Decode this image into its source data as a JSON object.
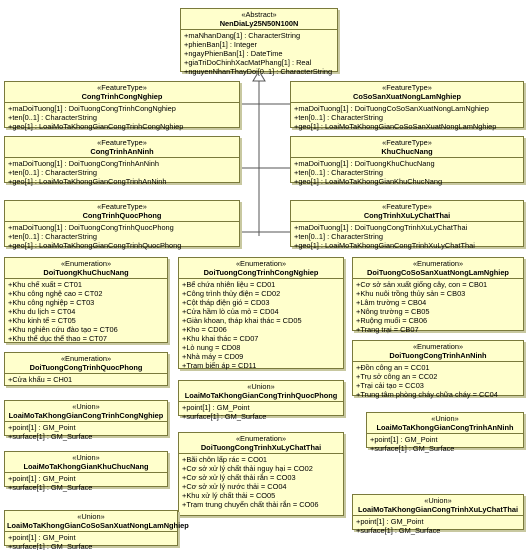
{
  "classes": {
    "base": {
      "stereotype": "«Abstract»",
      "name": "NenDiaLy25N50N100N",
      "attributes": [
        "+maNhanDang[1] : CharacterString",
        "+phienBan[1] : Integer",
        "+ngayPhienBan[1] : DateTime",
        "+giaTriDoChinhXacMatPhang[1] : Real",
        "+nguyenNhanThayDoi[0..1] : CharacterString"
      ]
    },
    "ct_cong_nghiep": {
      "stereotype": "«FeatureType»",
      "name": "CongTrinhCongNghiep",
      "attributes": [
        "+maDoiTuong[1] : DoiTuongCongTrinhCongNghiep",
        "+ten[0..1] : CharacterString",
        "+geo[1] : LoaiMoTaKhongGianCongTrinhCongNghiep"
      ]
    },
    "co_so_sx_nln": {
      "stereotype": "«FeatureType»",
      "name": "CoSoSanXuatNongLamNghiep",
      "attributes": [
        "+maDoiTuong[1] : DoiTuongCoSoSanXuatNongLamNghiep",
        "+ten[0..1] : CharacterString",
        "+geo[1] : LoaiMoTaKhongGianCoSoSanXuatNongLamNghiep"
      ]
    },
    "ct_an_ninh": {
      "stereotype": "«FeatureType»",
      "name": "CongTrinhAnNinh",
      "attributes": [
        "+maDoiTuong[1] : DoiTuongCongTrinhAnNinh",
        "+ten[0..1] : CharacterString",
        "+geo[1] : LoaiMoTaKhongGianCongTrinhAnNinh"
      ]
    },
    "khu_chuc_nang": {
      "stereotype": "«FeatureType»",
      "name": "KhuChucNang",
      "attributes": [
        "+maDoiTuong[1] : DoiTuongKhuChucNang",
        "+ten[0..1] : CharacterString",
        "+geo[1] : LoaiMoTaKhongGianKhuChucNang"
      ]
    },
    "ct_quoc_phong": {
      "stereotype": "«FeatureType»",
      "name": "CongTrinhQuocPhong",
      "attributes": [
        "+maDoiTuong[1] : DoiTuongCongTrinhQuocPhong",
        "+ten[0..1] : CharacterString",
        "+geo[1] : LoaiMoTaKhongGianCongTrinhQuocPhong"
      ]
    },
    "ct_xu_ly_chat_thai": {
      "stereotype": "«FeatureType»",
      "name": "CongTrinhXuLyChatThai",
      "attributes": [
        "+maDoiTuong[1] : DoiTuongCongTrinhXuLyChatThai",
        "+ten[0..1] : CharacterString",
        "+geo[1] : LoaiMoTaKhongGianCongTrinhXuLyChatThai"
      ]
    },
    "enum_khu_chuc_nang": {
      "stereotype": "«Enumeration»",
      "name": "DoiTuongKhuChucNang",
      "attributes": [
        "+Khu chế xuất = CT01",
        "+Khu công nghệ cao = CT02",
        "+Khu công nghiệp = CT03",
        "+Khu du lịch = CT04",
        "+Khu kinh tế = CT05",
        "+Khu nghiên cứu đào tạo = CT06",
        "+Khu thể dục thể thao = CT07"
      ]
    },
    "enum_ct_cong_nghiep": {
      "stereotype": "«Enumeration»",
      "name": "DoiTuongCongTrinhCongNghiep",
      "attributes": [
        "+Bể chứa nhiên liệu = CD01",
        "+Công trình thủy điện = CD02",
        "+Cột tháp điện gió = CD03",
        "+Cửa hầm lò của mỏ = CD04",
        "+Giàn khoan, tháp khai thác = CD05",
        "+Kho = CD06",
        "+Khu khai thác = CD07",
        "+Lò nung = CD08",
        "+Nhà máy = CD09",
        "+Trạm biến áp = CD11"
      ]
    },
    "enum_co_so_sx_nln": {
      "stereotype": "«Enumeration»",
      "name": "DoiTuongCoSoSanXuatNongLamNghiep",
      "attributes": [
        "+Cơ sở sản xuất giống cây, con = CB01",
        "+Khu nuôi trồng thủy sản = CB03",
        "+Lâm trường = CB04",
        "+Nông trường = CB05",
        "+Ruộng muối = CB06",
        "+Trang trại = CB07"
      ]
    },
    "enum_ct_quoc_phong": {
      "stereotype": "«Enumeration»",
      "name": "DoiTuongCongTrinhQuocPhong",
      "attributes": [
        "+Cửa khẩu = CH01"
      ]
    },
    "enum_ct_an_ninh": {
      "stereotype": "«Enumeration»",
      "name": "DoiTuongCongTrinhAnNinh",
      "attributes": [
        "+Đồn công an = CC01",
        "+Trụ sở công an = CC02",
        "+Trại cải tạo = CC03",
        "+Trung tâm phòng cháy chữa cháy = CC04"
      ]
    },
    "union_ct_cong_nghiep": {
      "stereotype": "«Union»",
      "name": "LoaiMoTaKhongGianCongTrinhCongNghiep",
      "attributes": [
        "+point[1] : GM_Point",
        "+surface[1] : GM_Surface"
      ]
    },
    "union_ct_quoc_phong": {
      "stereotype": "«Union»",
      "name": "LoaiMoTaKhongGianCongTrinhQuocPhong",
      "attributes": [
        "+point[1] : GM_Point",
        "+surface[1] : GM_Surface"
      ]
    },
    "union_ct_an_ninh": {
      "stereotype": "«Union»",
      "name": "LoaiMoTaKhongGianCongTrinhAnNinh",
      "attributes": [
        "+point[1] : GM_Point",
        "+surface[1] : GM_Surface"
      ]
    },
    "union_khu_chuc_nang": {
      "stereotype": "«Union»",
      "name": "LoaiMoTaKhongGianKhuChucNang",
      "attributes": [
        "+point[1] : GM_Point",
        "+surface[1] : GM_Surface"
      ]
    },
    "enum_ct_xu_ly_chat_thai": {
      "stereotype": "«Enumeration»",
      "name": "DoiTuongCongTrinhXuLyChatThai",
      "attributes": [
        "+Bãi chôn lấp rác = CO01",
        "+Cơ sở xử lý chất thải nguy hại = CO02",
        "+Cơ sở xử lý chất thải rắn = CO03",
        "+Cơ sở xử lý nước thải = CO04",
        "+Khu xử lý chất thải = CO05",
        "+Trạm trung chuyển chất thải rắn = CO06"
      ]
    },
    "union_ct_xu_ly_chat_thai": {
      "stereotype": "«Union»",
      "name": "LoaiMoTaKhongGianCongTrinhXuLyChatThai",
      "attributes": [
        "+point[1] : GM_Point",
        "+surface[1] : GM_Surface"
      ]
    },
    "union_co_so_sx_nln": {
      "stereotype": "«Union»",
      "name": "LoaiMoTaKhongGianCoSoSanXuatNongLamNghiep",
      "attributes": [
        "+point[1] : GM_Point",
        "+surface[1] : GM_Surface"
      ]
    }
  },
  "style": {
    "box_fill": "#ffffcc",
    "box_border": "#7a7a3c",
    "connector": "#555555"
  }
}
